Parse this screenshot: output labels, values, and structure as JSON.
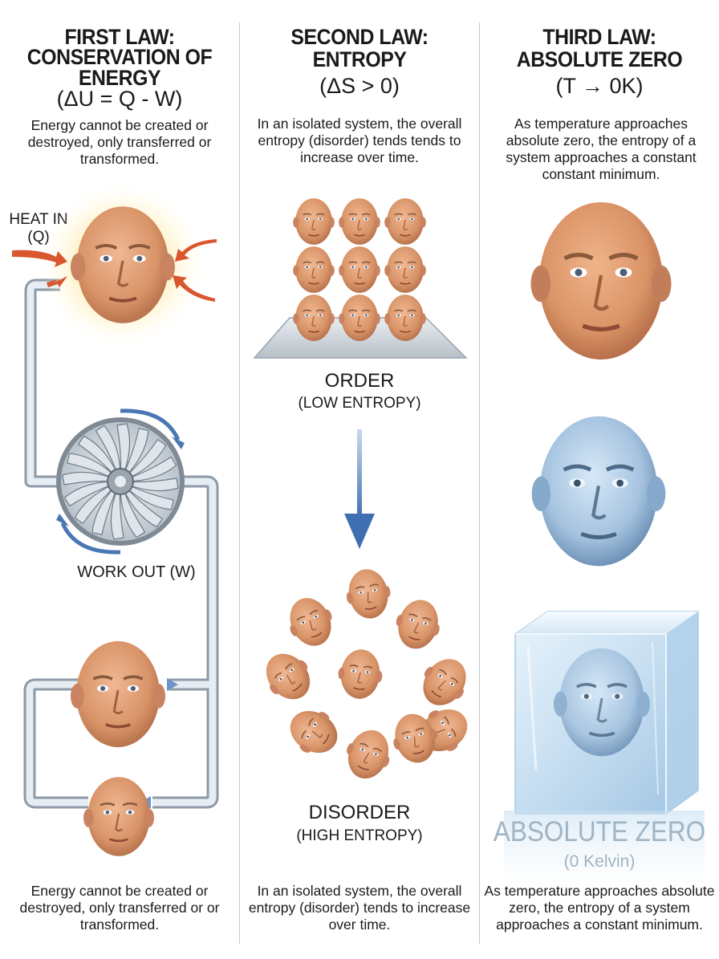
{
  "first_law": {
    "title_line1": "FIRST LAW:",
    "title_line2": "CONSERVATION OF",
    "title_line3": "ENERGY",
    "formula": "(ΔU = Q - W)",
    "description": "Energy cannot be created or destroyed, only transferred or transformed.",
    "heat_in_label": "HEAT IN",
    "heat_in_symbol": "(Q)",
    "work_out_label": "WORK OUT (W)",
    "footer": "Energy cannot be created or destroyed, only transferred or or transformed."
  },
  "second_law": {
    "title_line1": "SECOND LAW:",
    "title_line2": "ENTROPY",
    "formula": "(ΔS > 0)",
    "description": "In an isolated system, the overall entropy (disorder) tends tends to increase over time.",
    "order_label": "ORDER",
    "order_sub": "(LOW ENTROPY)",
    "disorder_label": "DISORDER",
    "disorder_sub": "(HIGH ENTROPY)",
    "footer": "In an isolated system, the overall entropy (disorder) tends to increase over time."
  },
  "third_law": {
    "title_line1": "THIRD LAW:",
    "title_line2": "ABSOLUTE ZERO",
    "formula": "(T → 0K)",
    "description": "As temperature approaches absolute zero, the entropy of a system approaches a constant constant minimum.",
    "absolute_zero_label": "ABSOLUTE ZERO",
    "kelvin_label": "(0 Kelvin)",
    "footer": "As temperature approaches absolute zero, the entropy of a system approaches a constant minimum."
  },
  "colors": {
    "heat_arrow": "#d9562e",
    "flow_arrow": "#6f95c8",
    "pipe": "#c9d3dc",
    "face_warm": "#e0a178",
    "face_cold": "#a9c8e4",
    "ice": "#cfe4f3"
  },
  "icons": [
    "face-illustration",
    "turbine-icon",
    "ice-cube-icon",
    "down-arrow-icon"
  ]
}
